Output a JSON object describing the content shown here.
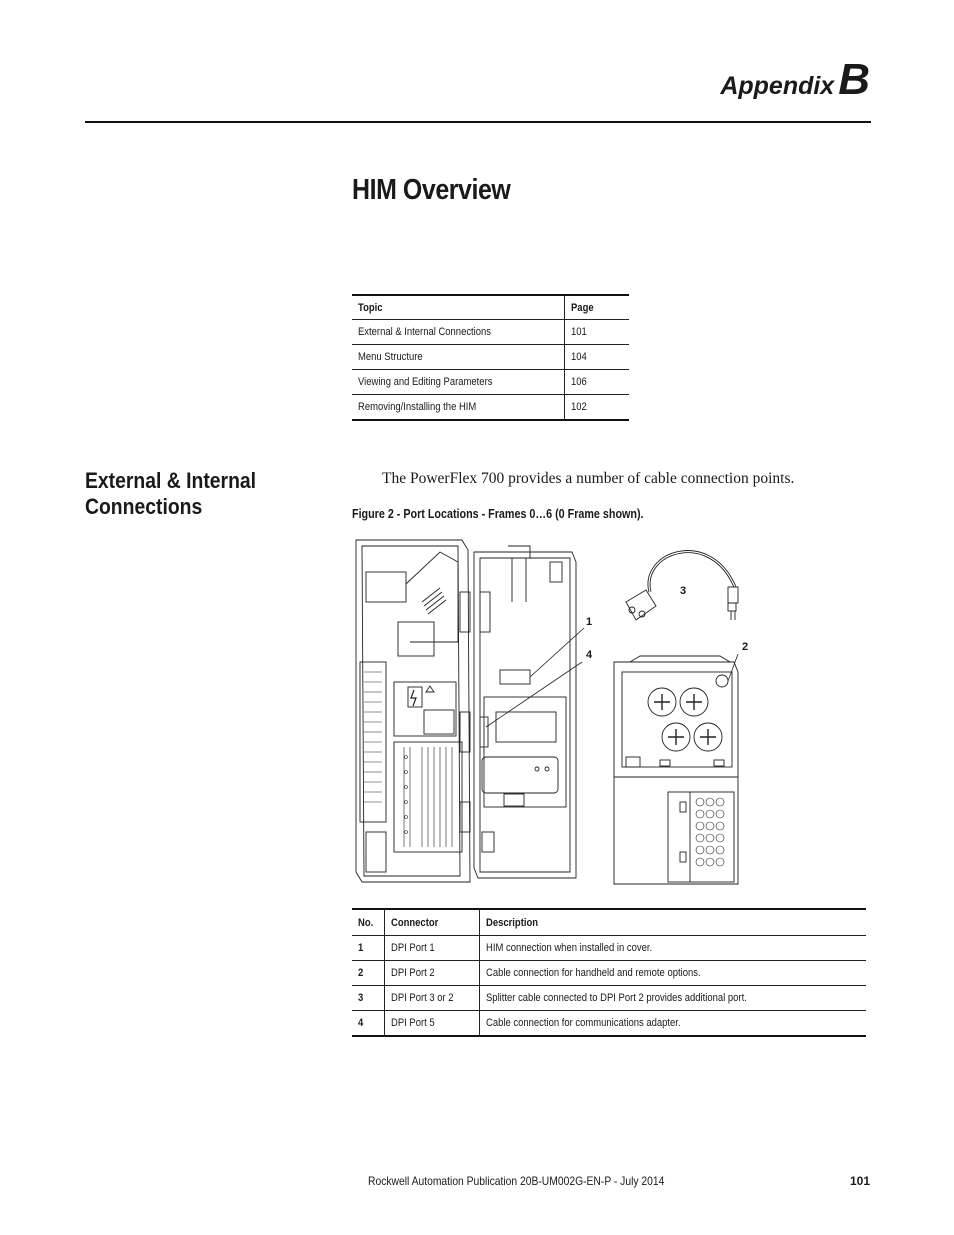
{
  "header": {
    "appendix_word": "Appendix",
    "appendix_letter": "B"
  },
  "page_title": "HIM Overview",
  "topic_table": {
    "headers": [
      "Topic",
      "Page"
    ],
    "rows": [
      [
        "External & Internal Connections",
        "101"
      ],
      [
        "Menu Structure",
        "104"
      ],
      [
        "Viewing and Editing Parameters",
        "106"
      ],
      [
        "Removing/Installing the HIM",
        "102"
      ]
    ]
  },
  "section": {
    "title_line1": "External & Internal",
    "title_line2": "Connections",
    "intro": "The PowerFlex 700 provides a number of cable connection points."
  },
  "figure": {
    "caption": "Figure 2 - Port Locations - Frames 0…6 (0 Frame shown).",
    "callouts": [
      "1",
      "4",
      "3",
      "2"
    ]
  },
  "connector_table": {
    "headers": [
      "No.",
      "Connector",
      "Description"
    ],
    "rows": [
      [
        "1",
        "DPI Port 1",
        "HIM connection when installed in cover."
      ],
      [
        "2",
        "DPI Port 2",
        "Cable connection for handheld and remote options."
      ],
      [
        "3",
        "DPI Port 3 or 2",
        "Splitter cable connected to DPI Port 2 provides additional port."
      ],
      [
        "4",
        "DPI Port 5",
        "Cable connection for communications adapter."
      ]
    ]
  },
  "footer": {
    "publication": "Rockwell Automation Publication 20B-UM002G-EN-P - July 2014",
    "page_number": "101"
  }
}
